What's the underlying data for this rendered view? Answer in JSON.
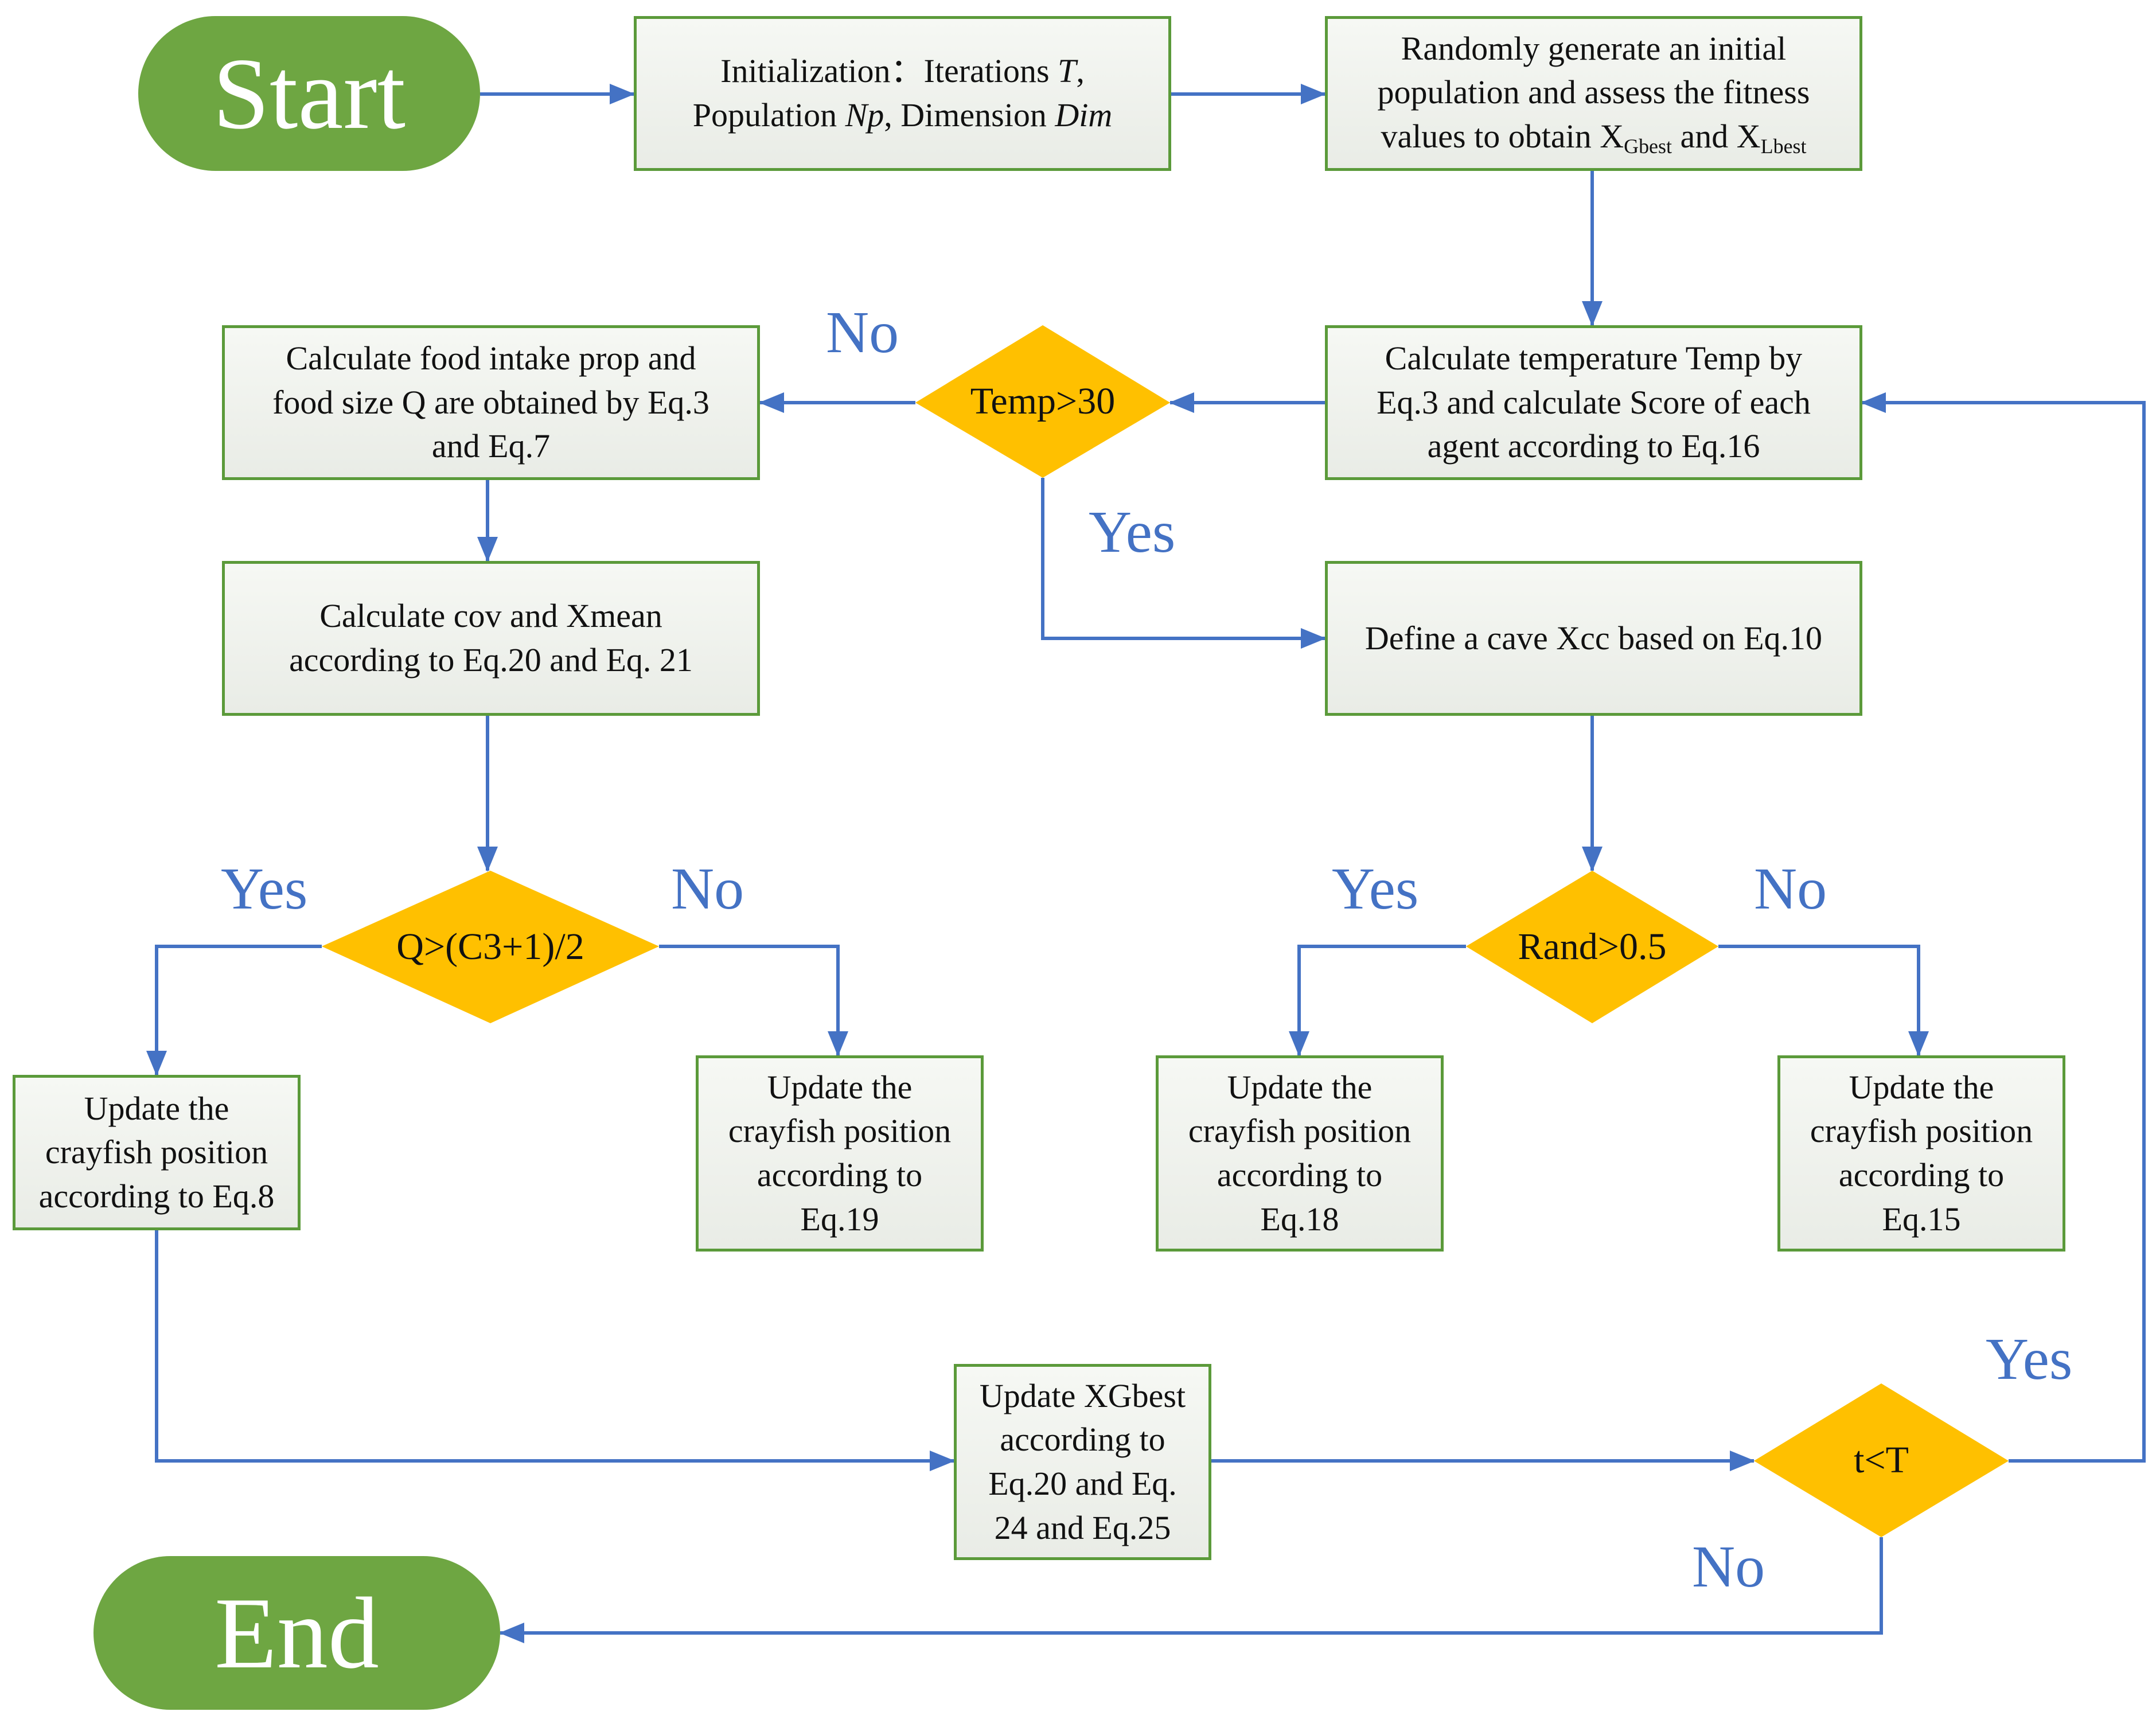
{
  "colors": {
    "accent_green": "#6ea642",
    "box_border": "#5b9a3a",
    "decision_fill": "#ffc000",
    "arrow_blue": "#4472c4"
  },
  "terminals": {
    "start": "Start",
    "end": "End"
  },
  "boxes": {
    "init": {
      "label": "Initialization：Iterations",
      "T": "T",
      "sep1": ",",
      "population": "Population",
      "Np": "Np",
      "sep2": ", Dimension",
      "Dim": "Dim"
    },
    "random_init": {
      "line1": "Randomly generate an initial",
      "line2": "population and assess the fitness",
      "line3_pre": "values to obtain X",
      "sub_g": "Gbest",
      "and": " and X",
      "sub_l": "Lbest"
    },
    "calc_temp": {
      "line1": "Calculate temperature Temp by",
      "line2": "Eq.3 and calculate Score of each",
      "line3": "agent according to Eq.16"
    },
    "calc_food": {
      "line1": "Calculate food intake prop and",
      "line2": "food size Q are obtained by Eq.3",
      "line3": "and Eq.7"
    },
    "calc_cov": {
      "line1": "Calculate cov and Xmean",
      "line2": "according to Eq.20 and Eq. 21"
    },
    "define_cave": {
      "line1": "Define a cave Xcc based on Eq.10"
    },
    "update_eq8": {
      "line1": "Update the",
      "line2": "crayfish position",
      "line3": "according to Eq.8"
    },
    "update_eq19": {
      "line1": "Update the",
      "line2": "crayfish position",
      "line3": "according to",
      "line4": "Eq.19"
    },
    "update_eq18": {
      "line1": "Update the",
      "line2": "crayfish position",
      "line3": "according to",
      "line4": "Eq.18"
    },
    "update_eq15": {
      "line1": "Update the",
      "line2": "crayfish position",
      "line3": "according to",
      "line4": "Eq.15"
    },
    "update_gbest": {
      "line1": "Update XGbest",
      "line2": "according to",
      "line3": "Eq.20 and Eq.",
      "line4": "24 and Eq.25"
    }
  },
  "decisions": {
    "temp": "Temp>30",
    "q": "Q>(C3+1)/2",
    "rand": "Rand>0.5",
    "t": "t<T"
  },
  "branch_labels": {
    "temp_no": "No",
    "temp_yes": "Yes",
    "q_yes": "Yes",
    "q_no": "No",
    "rand_yes": "Yes",
    "rand_no": "No",
    "t_yes": "Yes",
    "t_no": "No"
  }
}
